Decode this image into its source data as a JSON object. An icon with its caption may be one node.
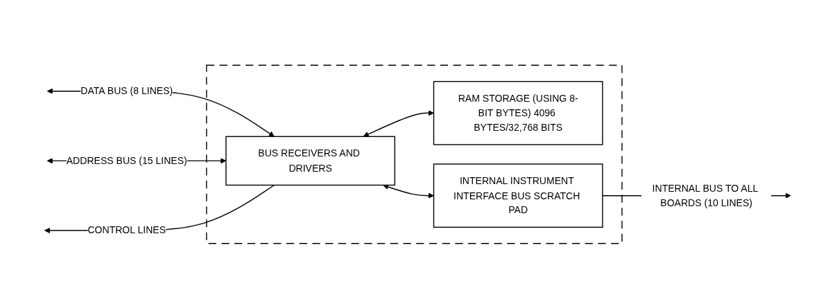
{
  "diagram": {
    "nodes": [
      {
        "text": [],
        "shape": "box"
      },
      {
        "text": [
          "BUS RECEIVERS AND DRIVERS"
        ],
        "in": 0
      },
      {
        "text": [
          "RAM STORAGE (USING 8-BIT BYTES) 4096 BYTES/32,768 BITS"
        ],
        "in": 0
      },
      {
        "text": [
          "INTERNAL INSTRUMENT INTERFACE BUS SCRATCH PAD"
        ],
        "in": 0
      }
    ],
    "edges": [
      {
        "from": null,
        "to": 1,
        "arrow": "both",
        "label": "DATA BUS (8 LINES)"
      },
      {
        "from": null,
        "to": 1,
        "arrow": "both",
        "label": "ADDRESS BUS (15 LINES)"
      },
      {
        "from": 1,
        "to": null,
        "arrow": "to",
        "label": "CONTROL LINES"
      },
      {
        "from": 1,
        "to": 2,
        "arrow": "both"
      },
      {
        "from": 1,
        "to": 3,
        "arrow": "both"
      },
      {
        "from": 3,
        "to": null,
        "arrow": "to",
        "label": "INTERNAL BUS TO ALL BOARDS (10 LINES)"
      }
    ]
  }
}
